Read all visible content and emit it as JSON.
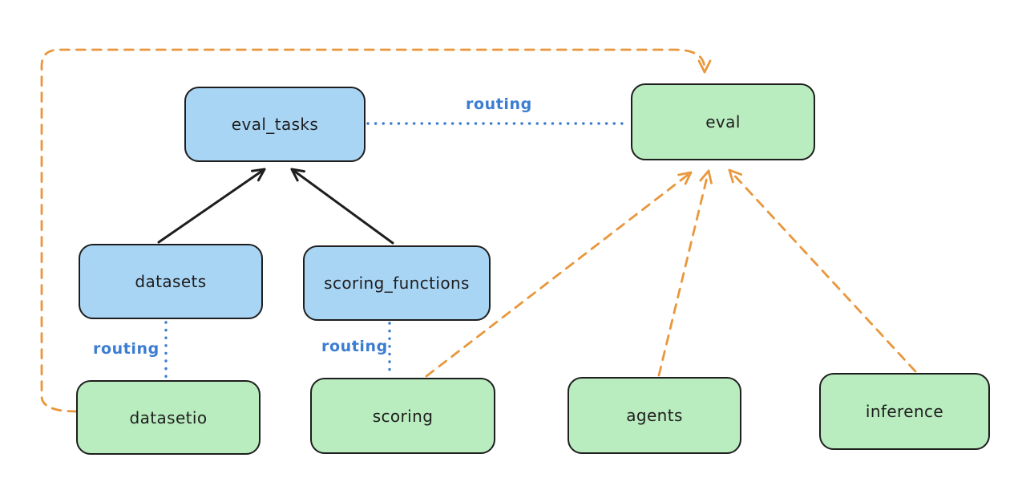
{
  "diagram": {
    "colors": {
      "node_border": "#1e1e1e",
      "blue_node_fill": "#a9d5f5",
      "green_node_fill": "#b9ecbe",
      "routing_line": "#3b7dd1",
      "provider_arrow": "#e9973d",
      "dependency_arrow": "#1e1e1e",
      "background": "#ffffff"
    },
    "nodes": {
      "eval_tasks": {
        "label": "eval_tasks",
        "color": "blue"
      },
      "eval": {
        "label": "eval",
        "color": "green"
      },
      "datasets": {
        "label": "datasets",
        "color": "blue"
      },
      "scoring_functions": {
        "label": "scoring_functions",
        "color": "blue"
      },
      "datasetio": {
        "label": "datasetio",
        "color": "green"
      },
      "scoring": {
        "label": "scoring",
        "color": "green"
      },
      "agents": {
        "label": "agents",
        "color": "green"
      },
      "inference": {
        "label": "inference",
        "color": "green"
      }
    },
    "edges": [
      {
        "from": "datasets",
        "to": "eval_tasks",
        "style": "solid-black-arrow",
        "label": ""
      },
      {
        "from": "scoring_functions",
        "to": "eval_tasks",
        "style": "solid-black-arrow",
        "label": ""
      },
      {
        "from": "eval_tasks",
        "to": "eval",
        "style": "dotted-blue",
        "label": "routing"
      },
      {
        "from": "datasets",
        "to": "datasetio",
        "style": "dotted-blue",
        "label": "routing"
      },
      {
        "from": "scoring_functions",
        "to": "scoring",
        "style": "dotted-blue",
        "label": "routing"
      },
      {
        "from": "datasetio",
        "to": "eval",
        "style": "dashed-orange-arrow",
        "label": ""
      },
      {
        "from": "scoring",
        "to": "eval",
        "style": "dashed-orange-arrow",
        "label": ""
      },
      {
        "from": "agents",
        "to": "eval",
        "style": "dashed-orange-arrow",
        "label": ""
      },
      {
        "from": "inference",
        "to": "eval",
        "style": "dashed-orange-arrow",
        "label": ""
      }
    ]
  }
}
